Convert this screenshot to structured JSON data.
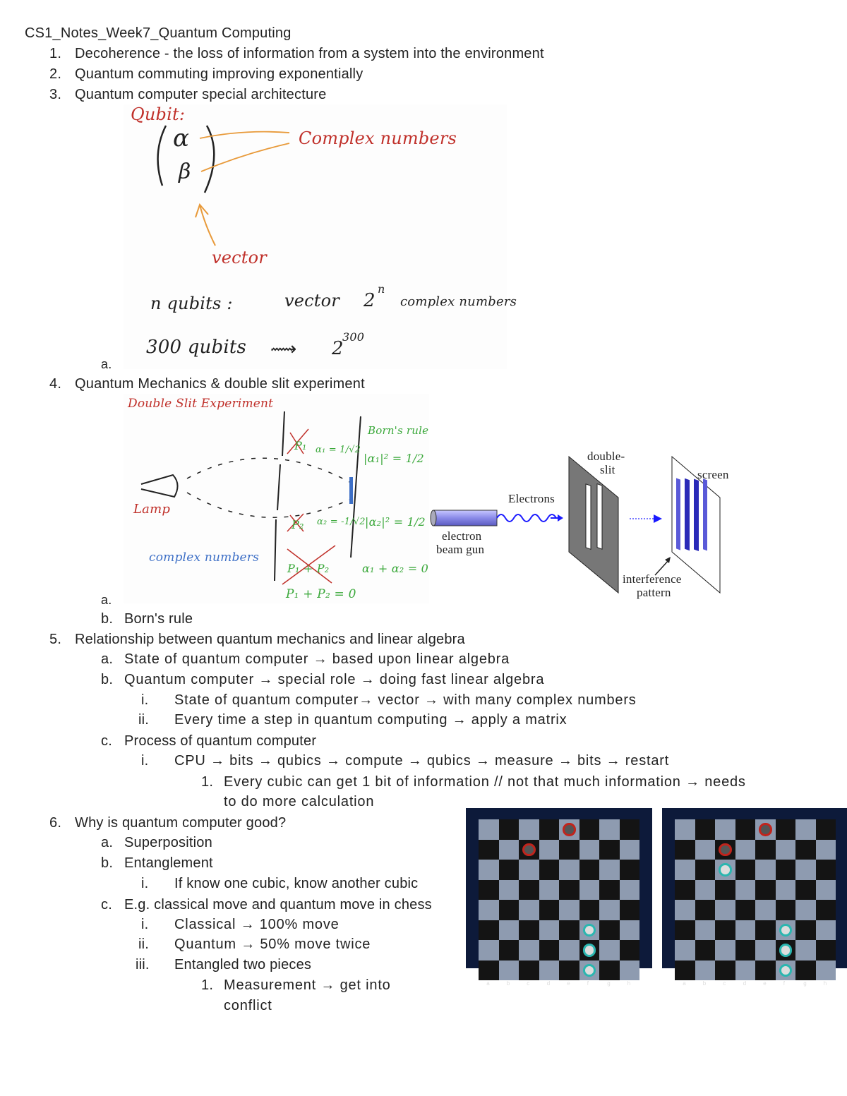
{
  "doc_title": "CS1_Notes_Week7_Quantum Computing",
  "items": [
    {
      "num": "1.",
      "text": "Decoherence - the loss of information from a system into the environment"
    },
    {
      "num": "2.",
      "text": "Quantum commuting improving exponentially"
    },
    {
      "num": "3.",
      "text": "Quantum computer special architecture",
      "sub": [
        {
          "num": "a.",
          "text": ""
        }
      ]
    },
    {
      "num": "4.",
      "text": "Quantum Mechanics & double slit experiment",
      "sub": [
        {
          "num": "a.",
          "text": ""
        },
        {
          "num": "b.",
          "text": "Born's rule"
        }
      ]
    },
    {
      "num": "5.",
      "text": "Relationship between quantum mechanics and linear algebra",
      "sub": [
        {
          "num": "a.",
          "text": "State of quantum computer → based upon linear algebra"
        },
        {
          "num": "b.",
          "text": "Quantum computer → special role → doing fast linear algebra",
          "sub": [
            {
              "num": "i.",
              "text": "State of quantum computer→ vector → with many complex numbers"
            },
            {
              "num": "ii.",
              "text": "Every time a step in quantum computing → apply a matrix"
            }
          ]
        },
        {
          "num": "c.",
          "text": "Process of quantum computer",
          "sub": [
            {
              "num": "i.",
              "text": "CPU → bits → qubics → compute → qubics → measure → bits → restart",
              "sub": [
                {
                  "num": "1.",
                  "text": "Every cubic can get 1 bit of information // not that much information → needs",
                  "text2": "to do more calculation"
                }
              ]
            }
          ]
        }
      ]
    },
    {
      "num": "6.",
      "text": "Why is quantum computer good?",
      "sub": [
        {
          "num": "a.",
          "text": "Superposition"
        },
        {
          "num": "b.",
          "text": "Entanglement",
          "sub": [
            {
              "num": "i.",
              "text": "If know one cubic, know another cubic"
            }
          ]
        },
        {
          "num": "c.",
          "text": "E.g. classical move and quantum move in chess",
          "sub": [
            {
              "num": "i.",
              "text": "Classical → 100% move"
            },
            {
              "num": "ii.",
              "text": "Quantum → 50% move twice"
            },
            {
              "num": "iii.",
              "text": "Entangled two pieces",
              "sub": [
                {
                  "num": "1.",
                  "text": "Measurement → get into",
                  "text2": "conflict"
                }
              ]
            }
          ]
        }
      ]
    }
  ],
  "qubit_sketch": {
    "title": "Qubit:",
    "alpha": "α",
    "beta": "β",
    "complex_label": "Complex numbers",
    "vector_label": "vector",
    "line1_a": "n qubits :",
    "line1_b": "vector",
    "line1_c": "2",
    "line1_sup": "n",
    "line1_d": "complex numbers",
    "line2_a": "300 qubits",
    "line2_arrow": "⟿",
    "line2_b": "2",
    "line2_sup": "300"
  },
  "slit_sketch": {
    "title": "Double Slit Experiment",
    "lamp": "Lamp",
    "complex": "complex numbers",
    "borns_rule": "Born's rule",
    "a1": "α₁ = 1/√2",
    "a2": "α₂ = -1/√2",
    "p1": "P₁",
    "p2": "P₂",
    "p_sum_crossed": "P₁ + P₂",
    "p_sum": "P₁ + P₂ = 0",
    "mod1": "|α₁|² = 1/2",
    "mod2": "|α₂|² = 1/2",
    "a_sum": "α₁ + α₂ = 0"
  },
  "electron_diagram": {
    "electrons": "Electrons",
    "gun_1": "electron",
    "gun_2": "beam gun",
    "slit_1": "double-",
    "slit_2": "slit",
    "screen": "screen",
    "pattern_1": "interference",
    "pattern_2": "pattern"
  },
  "chess": {
    "files": [
      "a",
      "b",
      "c",
      "d",
      "e",
      "f",
      "g",
      "h"
    ],
    "colors": {
      "red_ring": "#c0241c",
      "teal_ring": "#2bb6b0"
    }
  }
}
